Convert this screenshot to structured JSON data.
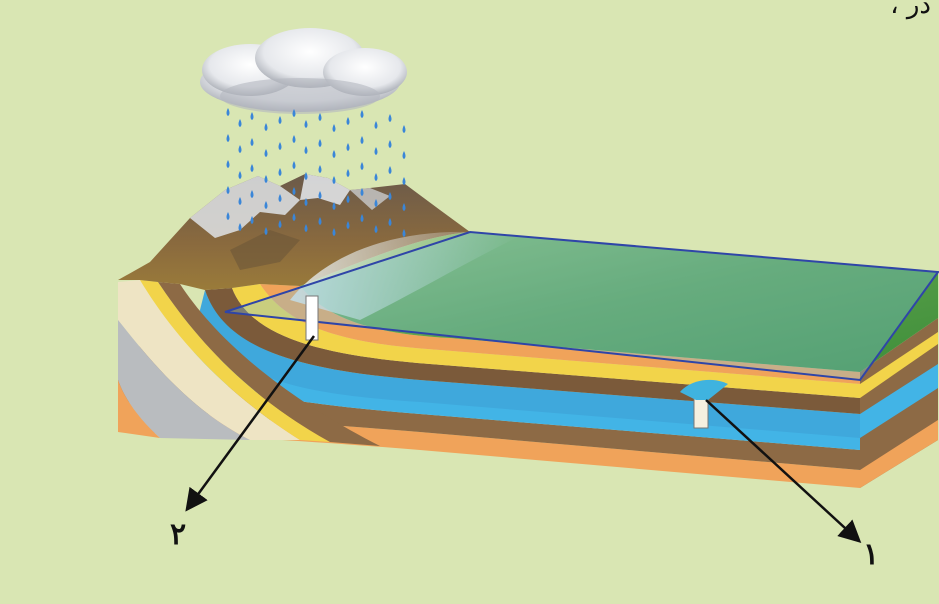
{
  "corner_text": "، در",
  "labels": {
    "one": "۱",
    "two": "۲"
  },
  "colors": {
    "background": "#d9e6b3",
    "water": "#3fb3df",
    "aquifer_blue": "#42b4e6",
    "sand_yellow": "#f2d44a",
    "clay_brown": "#8d6a45",
    "orange": "#f0a35a",
    "cream": "#eee4c4",
    "grass": "#5fa54a",
    "plane": "#7fc4e0",
    "plane_edge": "#2f45a8",
    "rain": "#3a86d8"
  }
}
